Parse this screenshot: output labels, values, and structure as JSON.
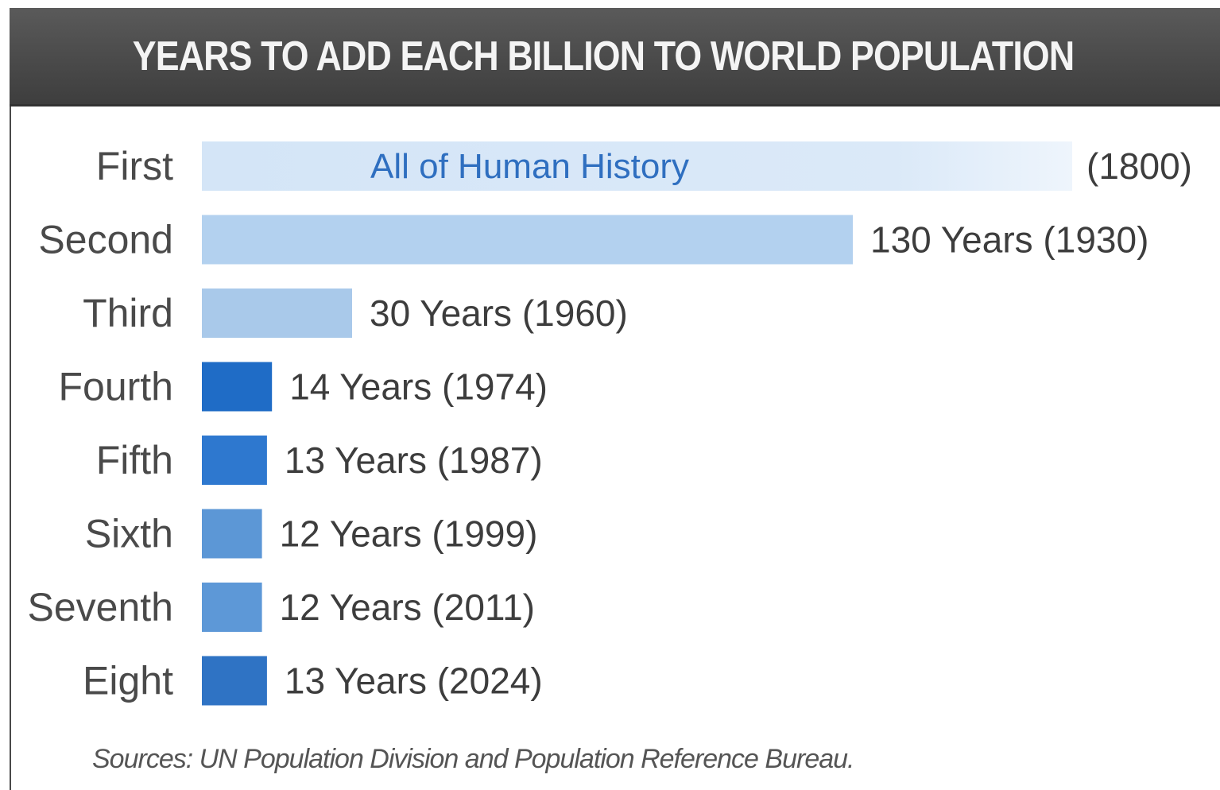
{
  "chart_data": {
    "type": "bar",
    "orientation": "horizontal",
    "title": "YEARS TO ADD EACH BILLION TO WORLD POPULATION",
    "categories": [
      "First",
      "Second",
      "Third",
      "Fourth",
      "Fifth",
      "Sixth",
      "Seventh",
      "Eight"
    ],
    "values": [
      null,
      130,
      30,
      14,
      13,
      12,
      12,
      13
    ],
    "years_reached": [
      1800,
      1930,
      1960,
      1974,
      1987,
      1999,
      2011,
      2024
    ],
    "value_labels": [
      "(1800)",
      "130 Years (1930)",
      "30 Years (1960)",
      "14 Years (1974)",
      "13 Years (1987)",
      "12 Years (1999)",
      "12 Years (2011)",
      "13 Years (2024)"
    ],
    "first_bar_label": "All of Human History",
    "source": "Sources: UN Population Division and Population Reference Bureau.",
    "grid": false,
    "legend": "none",
    "colors": {
      "light_bar": "#b3d1ef",
      "mid_bar": "#6fa3d8",
      "dark_bar": "#1f6cc6",
      "title_bg": "#4a4a4a",
      "title_text": "#f4f4f4",
      "first_label_text": "#2f6fc0"
    },
    "bar_colors": [
      "#cfe2f6",
      "#b3d1ef",
      "#a9c9ea",
      "#1f6cc6",
      "#2e78cf",
      "#5c97d6",
      "#5d98d7",
      "#2f73c4"
    ]
  }
}
